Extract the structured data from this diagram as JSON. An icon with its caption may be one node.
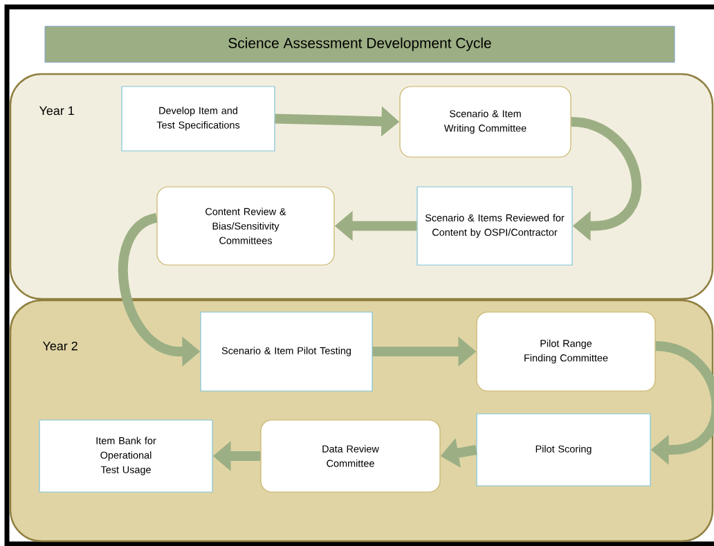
{
  "diagram": {
    "title": "Science Assessment Development Cycle",
    "nodes": [
      {
        "text": [
          "Year 1"
        ]
      },
      {
        "text": [
          "Develop Item and Test Specifications"
        ],
        "in": 0
      },
      {
        "text": [
          "Scenario & Item Writing Committee"
        ],
        "in": 0
      },
      {
        "text": [
          "Scenario & Items Reviewed for Content by OSPI/Contractor"
        ],
        "in": 0
      },
      {
        "text": [
          "Content Review & Bias/Sensitivity Committees"
        ],
        "in": 0
      },
      {
        "text": [
          "Year 2"
        ]
      },
      {
        "text": [
          "Scenario & Item Pilot Testing"
        ],
        "in": 5
      },
      {
        "text": [
          "Pilot Range Finding Committee"
        ],
        "in": 5
      },
      {
        "text": [
          "Pilot Scoring"
        ],
        "in": 5
      },
      {
        "text": [
          "Data Review Committee"
        ],
        "in": 5
      },
      {
        "text": [
          "Item Bank for Operational Test Usage"
        ],
        "in": 5
      }
    ],
    "edges": [
      {
        "from": 1,
        "to": 2,
        "arrow": "to"
      },
      {
        "from": 2,
        "to": 3,
        "arrow": "to"
      },
      {
        "from": 3,
        "to": 4,
        "arrow": "to"
      },
      {
        "from": 4,
        "to": 6,
        "arrow": "to"
      },
      {
        "from": 6,
        "to": 7,
        "arrow": "to"
      },
      {
        "from": 7,
        "to": 8,
        "arrow": "to"
      },
      {
        "from": 8,
        "to": 9,
        "arrow": "to"
      },
      {
        "from": 9,
        "to": 10,
        "arrow": "to"
      }
    ]
  }
}
